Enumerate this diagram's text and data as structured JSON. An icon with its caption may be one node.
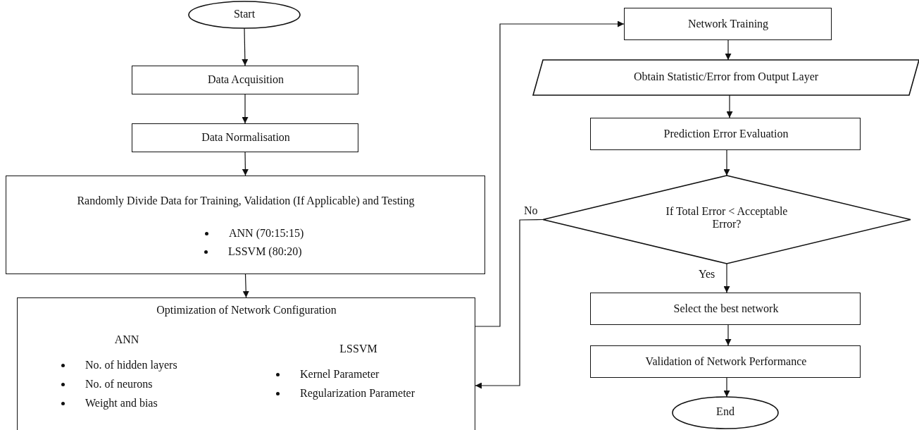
{
  "diagram": {
    "nodes": [
      {
        "text": [
          "Start"
        ]
      },
      {
        "text": [
          "Data Acquisition"
        ]
      },
      {
        "text": [
          "Data Normalisation"
        ]
      },
      {
        "text": [
          "Randomly Divide Data for Training, Validation (If Applicable) and Testing",
          "ANN (70:15:15)",
          "LSSVM (80:20)"
        ]
      },
      {
        "text": [
          "Optimization of Network Configuration",
          "ANN",
          "No. of hidden layers",
          "No. of neurons",
          "Weight and bias",
          "LSSVM",
          "Kernel Parameter",
          "Regularization Parameter"
        ]
      },
      {
        "text": [
          "Network Training"
        ]
      },
      {
        "text": [
          "Obtain Statistic/Error from Output Layer"
        ]
      },
      {
        "text": [
          "Prediction Error Evaluation"
        ]
      },
      {
        "text": [
          "If Total Error < Acceptable Error?"
        ]
      },
      {
        "text": [
          "Select the best network"
        ]
      },
      {
        "text": [
          "Validation of Network Performance"
        ]
      },
      {
        "text": [
          "End"
        ]
      }
    ],
    "edges": [
      {
        "from": 0,
        "to": 1,
        "arrow": "to"
      },
      {
        "from": 1,
        "to": 2,
        "arrow": "to"
      },
      {
        "from": 2,
        "to": 3,
        "arrow": "to"
      },
      {
        "from": 3,
        "to": 4,
        "arrow": "to"
      },
      {
        "from": 4,
        "to": 5,
        "arrow": "to"
      },
      {
        "from": 5,
        "to": 6,
        "arrow": "to"
      },
      {
        "from": 6,
        "to": 7,
        "arrow": "to"
      },
      {
        "from": 7,
        "to": 8,
        "arrow": "to"
      },
      {
        "from": 8,
        "to": 9,
        "label": "Yes",
        "arrow": "to"
      },
      {
        "from": 9,
        "to": 10,
        "arrow": "to"
      },
      {
        "from": 10,
        "to": 11,
        "arrow": "to"
      },
      {
        "from": 8,
        "to": 4,
        "label": "No",
        "arrow": "to"
      }
    ]
  }
}
